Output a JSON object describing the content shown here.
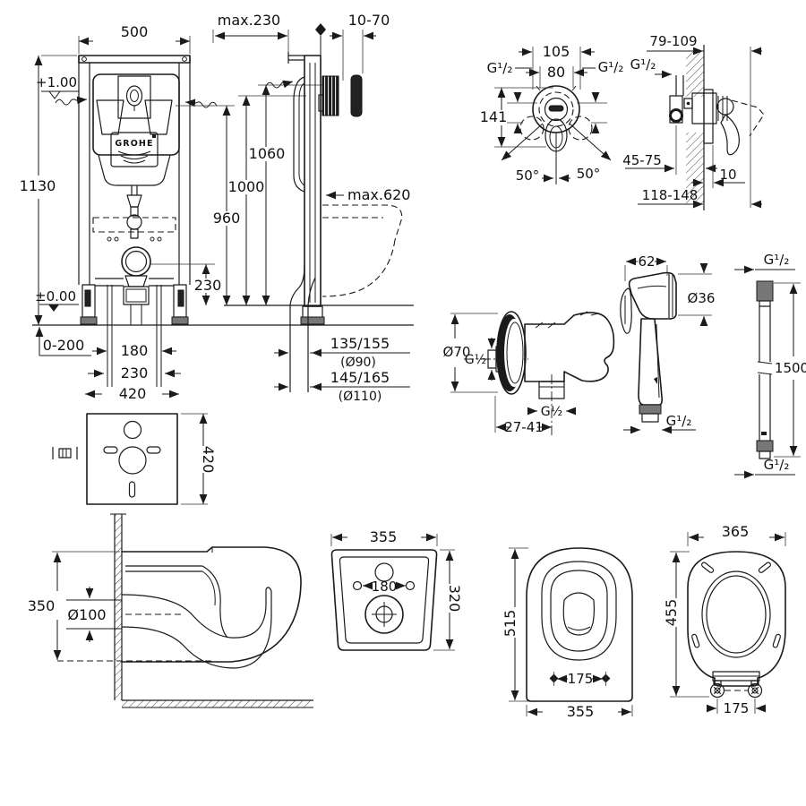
{
  "colors": {
    "ink": "#1a1a1a",
    "background": "#ffffff"
  },
  "frame_front": {
    "width": "500",
    "height": "1130",
    "level_top": "+1.00",
    "level_zero": "±0.00",
    "h_flush": "1060",
    "h_top": "1000",
    "h_supply": "960",
    "h_drain": "230",
    "floor_range": "0-200",
    "stud_spacing": "180",
    "drain_spacing": "230",
    "brand": "GROHE"
  },
  "frame_side": {
    "wall_offset": "max.230",
    "plate_range": "10-70",
    "depth_max": "max.620",
    "drain_a": "135/155",
    "drain_a_dia": "(Ø90)",
    "drain_b": "145/165",
    "drain_b_dia": "(Ø110)"
  },
  "plate": {
    "width": "420",
    "height": "420"
  },
  "mixer_front": {
    "w_outer": "105",
    "w_inner": "80",
    "thread_left": "G¹/₂",
    "thread_right": "G¹/₂",
    "height": "141",
    "angle_left": "50°",
    "angle_right": "50°"
  },
  "mixer_side": {
    "thread": "G¹/₂",
    "depth_top": "79-109",
    "depth_body": "45-75",
    "plate_depth": "10",
    "depth_total": "118-148"
  },
  "holder": {
    "flange_dia": "Ø70",
    "thread_in": "G½",
    "thread_out": "G½",
    "wall_range": "27-41"
  },
  "spray": {
    "width": "62",
    "head_dia": "Ø36",
    "thread": "G¹/₂"
  },
  "hose": {
    "thread_top": "G¹/₂",
    "length": "1500",
    "thread_bottom": "G¹/₂"
  },
  "bowl_side": {
    "height": "350",
    "outlet_dia": "Ø100"
  },
  "bowl_plan": {
    "width": "355",
    "depth": "320",
    "hole_spacing": "180"
  },
  "bowl_top": {
    "depth": "515",
    "fixing_spacing": "175",
    "width": "355"
  },
  "seat": {
    "width": "365",
    "depth": "455",
    "hinge_spacing": "175"
  }
}
